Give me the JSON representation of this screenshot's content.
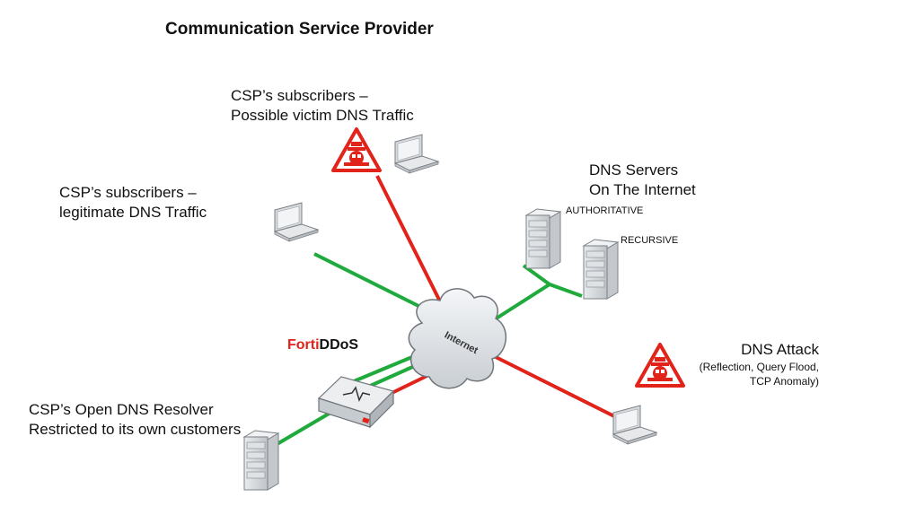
{
  "title": "Communication Service Provider",
  "nodes": {
    "victim": {
      "line1": "CSP’s subscribers –",
      "line2": "Possible victim DNS Traffic"
    },
    "legit": {
      "line1": "CSP’s subscribers –",
      "line2": "legitimate DNS Traffic"
    },
    "dns_servers": {
      "line1": "DNS Servers",
      "line2": "On The Internet"
    },
    "authoritative": "AUTHORITATIVE",
    "recursive": "RECURSIVE",
    "attack": {
      "line1": "DNS Attack",
      "line2": "(Reflection, Query Flood,",
      "line3": "TCP Anomaly)"
    },
    "resolver": {
      "line1": "CSP’s Open DNS Resolver",
      "line2": "Restricted to its own customers"
    },
    "internet": "Internet"
  },
  "fortiddos": {
    "forti": "Forti",
    "ddos": "DDoS"
  },
  "colors": {
    "legit_link": "#1faa3c",
    "attack_link": "#e2231a",
    "warning": "#e2231a"
  },
  "icons": [
    "laptop-icon",
    "server-icon",
    "cloud-icon",
    "warning-icon",
    "fortiddos-appliance-icon"
  ]
}
